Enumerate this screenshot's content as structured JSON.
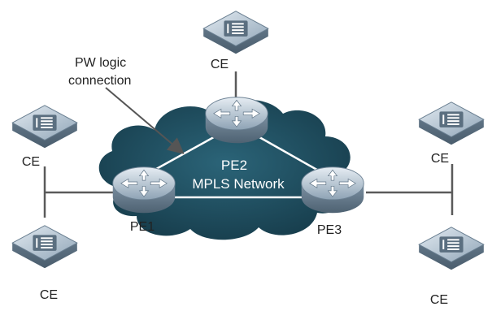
{
  "diagram": {
    "annotation": {
      "line1": "PW logic",
      "line2": "connection"
    },
    "network_label": "MPLS Network",
    "pe": {
      "pe1": "PE1",
      "pe2": "PE2",
      "pe3": "PE3"
    },
    "ce": {
      "top": "CE",
      "left_top": "CE",
      "left_bottom": "CE",
      "right_top": "CE",
      "right_bottom": "CE"
    },
    "colors": {
      "cloud": "#1e4a5c",
      "cloud_dark": "#163847",
      "router_fill": "#9fb1c2",
      "router_dark": "#5f7486",
      "switch_fill": "#a4b6c6",
      "link": "#5a5a5a",
      "pw_link": "#ffffff"
    }
  }
}
